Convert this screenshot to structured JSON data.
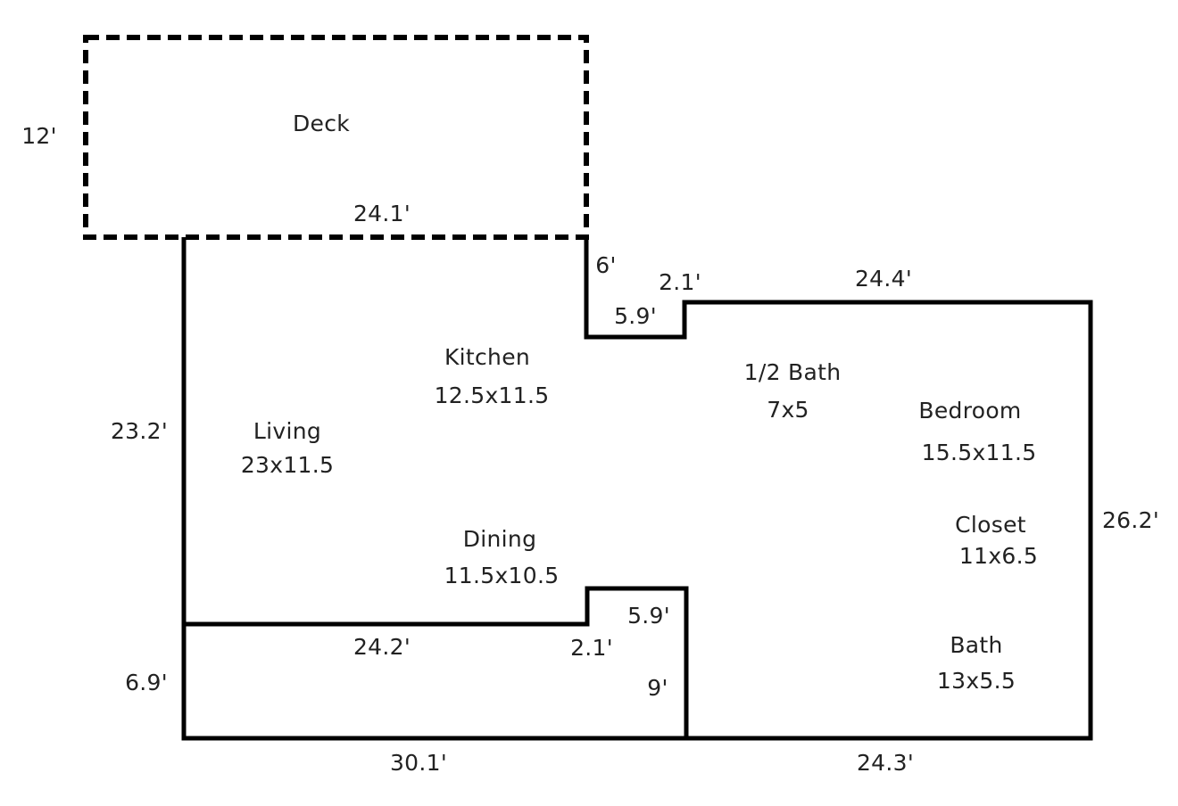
{
  "deck": {
    "name": "Deck",
    "height": "12'",
    "width": "24.1'"
  },
  "rooms": {
    "kitchen": {
      "name": "Kitchen",
      "size": "12.5x11.5"
    },
    "living": {
      "name": "Living",
      "size": "23x11.5"
    },
    "dining": {
      "name": "Dining",
      "size": "11.5x10.5"
    },
    "half_bath": {
      "name": "1/2 Bath",
      "size": "7x5"
    },
    "bedroom": {
      "name": "Bedroom",
      "size": "15.5x11.5"
    },
    "closet": {
      "name": "Closet",
      "size": "11x6.5"
    },
    "bath": {
      "name": "Bath",
      "size": "13x5.5"
    }
  },
  "dimensions": {
    "notch_top_drop": "6'",
    "notch_top_rise": "2.1'",
    "notch_top_width": "5.9'",
    "top_right_wall": "24.4'",
    "left_upper_wall": "23.2'",
    "right_wall": "26.2'",
    "inner_wall": "24.2'",
    "notch_bottom_width": "5.9'",
    "notch_bottom_drop": "2.1'",
    "middle_wall": "9'",
    "left_lower_wall": "6.9'",
    "bottom_left_wall": "30.1'",
    "bottom_right_wall": "24.3'"
  },
  "colors": {
    "line": "#000000",
    "text": "#222222",
    "background": "#ffffff"
  }
}
